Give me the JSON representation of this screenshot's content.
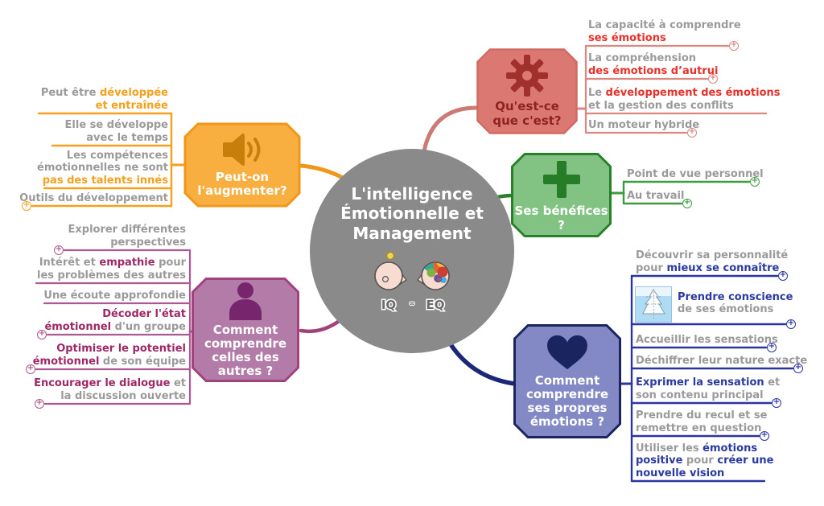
{
  "icons": {
    "expand": "+"
  },
  "center": {
    "title": "L'intelligence Émotionnelle et Management",
    "iq": "IQ",
    "eq": "EQ",
    "vs": "∞"
  },
  "branches": {
    "what": {
      "label": "Qu'est-ce que c'est?",
      "colors": {
        "node_fill": "#DC7872",
        "node_border": "#D26A64",
        "icon": "#A12F2B",
        "line": "#DC8680",
        "accent": "#E8302B"
      },
      "leaves": [
        {
          "segments": [
            {
              "t": "La capacité à comprendre "
            },
            {
              "t": "ses émotions",
              "accent": true
            }
          ]
        },
        {
          "segments": [
            {
              "t": "La compréhension "
            },
            {
              "t": "des émotions d’autrui",
              "accent": true
            }
          ]
        },
        {
          "segments": [
            {
              "t": "Le "
            },
            {
              "t": "développement des émotions",
              "accent": true
            },
            {
              "t": " et la gestion des conflits"
            }
          ]
        },
        {
          "segments": [
            {
              "t": "Un moteur hybride"
            }
          ]
        }
      ]
    },
    "benefits": {
      "label": "Ses bénéfices ?",
      "colors": {
        "node_fill": "#82C383",
        "node_border": "#27812A",
        "icon": "#267D27",
        "line": "#3C9B3E",
        "accent": "#3C9B3E"
      },
      "leaves": [
        {
          "segments": [
            {
              "t": "Point de vue personnel"
            }
          ]
        },
        {
          "segments": [
            {
              "t": "Au travail"
            }
          ]
        }
      ]
    },
    "own": {
      "label": "Comment comprendre ses propres émotions ?",
      "colors": {
        "node_fill": "#8389C4",
        "node_border": "#1A2560",
        "icon": "#1A2560",
        "line": "#2B35A0",
        "accent": "#2B3A9E"
      },
      "leaves": [
        {
          "segments": [
            {
              "t": "Découvrir sa personnalité pour "
            },
            {
              "t": "mieux se connaître",
              "accent": true
            }
          ]
        },
        {
          "segments": [
            {
              "t": "Prendre conscience",
              "accent": true
            },
            {
              "t": "de ses émotions"
            }
          ]
        },
        {
          "segments": [
            {
              "t": "Accueillir les sensations"
            }
          ]
        },
        {
          "segments": [
            {
              "t": "Déchiffrer leur nature exacte"
            }
          ]
        },
        {
          "segments": [
            {
              "t": "Exprimer la sensation",
              "accent": true
            },
            {
              "t": " et son contenu principal"
            }
          ]
        },
        {
          "segments": [
            {
              "t": "Prendre du recul et se remettre en question"
            }
          ]
        },
        {
          "segments": [
            {
              "t": "Utiliser les "
            },
            {
              "t": "émotions positive",
              "accent": true
            },
            {
              "t": " pour "
            },
            {
              "t": "créer une nouvelle vision",
              "accent": true
            }
          ]
        }
      ]
    },
    "augment": {
      "label": "Peut-on l'augmenter?",
      "colors": {
        "node_fill": "#F9AF40",
        "node_border": "#F0971B",
        "icon": "#C87E0A",
        "line": "#F5A01D",
        "accent": "#F5A01D"
      },
      "leaves": [
        {
          "segments": [
            {
              "t": "Peut être "
            },
            {
              "t": "développée et entraînée",
              "accent": true
            }
          ]
        },
        {
          "segments": [
            {
              "t": "Elle se développe avec le temps"
            }
          ]
        },
        {
          "segments": [
            {
              "t": "Les compétences émotionnelles ne sont "
            },
            {
              "t": "pas des talents innés",
              "accent": true
            }
          ]
        },
        {
          "segments": [
            {
              "t": "Outils du développement"
            }
          ]
        }
      ]
    },
    "others": {
      "label": "Comment comprendre celles des autres ?",
      "colors": {
        "node_fill": "#B27BA8",
        "node_border": "#A3417D",
        "icon": "#77256D",
        "line": "#AD5890",
        "accent": "#9E2766"
      },
      "leaves": [
        {
          "segments": [
            {
              "t": "Explorer différentes perspectives"
            }
          ]
        },
        {
          "segments": [
            {
              "t": "Intérêt et "
            },
            {
              "t": "empathie",
              "accent": true
            },
            {
              "t": " pour les problèmes des autres"
            }
          ]
        },
        {
          "segments": [
            {
              "t": "Une écoute approfondie"
            }
          ]
        },
        {
          "segments": [
            {
              "t": "Décoder l'état émotionnel",
              "accent": true
            },
            {
              "t": " d'un groupe"
            }
          ]
        },
        {
          "segments": [
            {
              "t": "Optimiser le potentiel émotionnel",
              "accent": true
            },
            {
              "t": " de son équipe"
            }
          ]
        },
        {
          "segments": [
            {
              "t": "Encourager le dialogue",
              "accent": true
            },
            {
              "t": " et la discussion ouverte"
            }
          ]
        }
      ]
    }
  }
}
